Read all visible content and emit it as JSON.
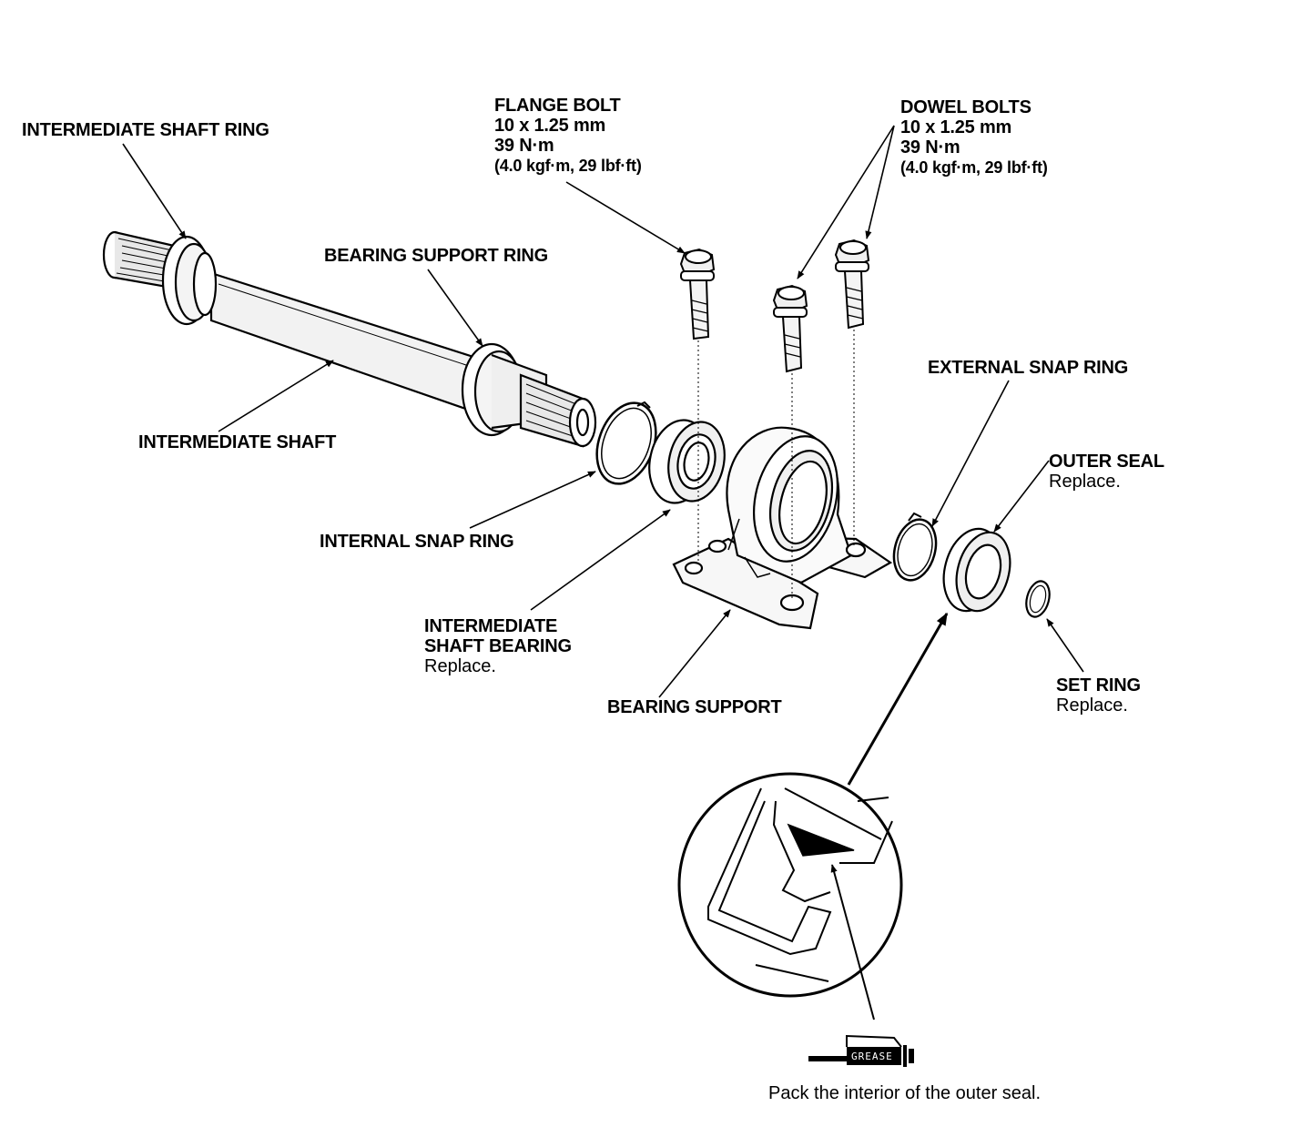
{
  "labels": {
    "intermediate_shaft_ring": "INTERMEDIATE SHAFT RING",
    "bearing_support_ring": "BEARING SUPPORT RING",
    "intermediate_shaft": "INTERMEDIATE SHAFT",
    "internal_snap_ring": "INTERNAL SNAP RING",
    "intermediate_shaft_bearing": {
      "line1": "INTERMEDIATE",
      "line2": "SHAFT BEARING",
      "note": "Replace."
    },
    "bearing_support": "BEARING SUPPORT",
    "flange_bolt": {
      "title": "FLANGE BOLT",
      "size": "10 x 1.25 mm",
      "torque": "39 N·m",
      "torque_alt": "(4.0 kgf·m, 29 lbf·ft)"
    },
    "dowel_bolts": {
      "title": "DOWEL BOLTS",
      "size": "10 x 1.25 mm",
      "torque": "39 N·m",
      "torque_alt": "(4.0 kgf·m, 29 lbf·ft)"
    },
    "external_snap_ring": "EXTERNAL SNAP RING",
    "outer_seal": {
      "title": "OUTER SEAL",
      "note": "Replace."
    },
    "set_ring": {
      "title": "SET RING",
      "note": "Replace."
    },
    "grease_icon": "GREASE",
    "grease_note": "Pack the interior of the outer seal."
  },
  "icons": [
    "grease-gun-icon"
  ],
  "colors": {
    "ink": "#000000",
    "paper": "#ffffff",
    "shade": "#e6e6e6"
  }
}
